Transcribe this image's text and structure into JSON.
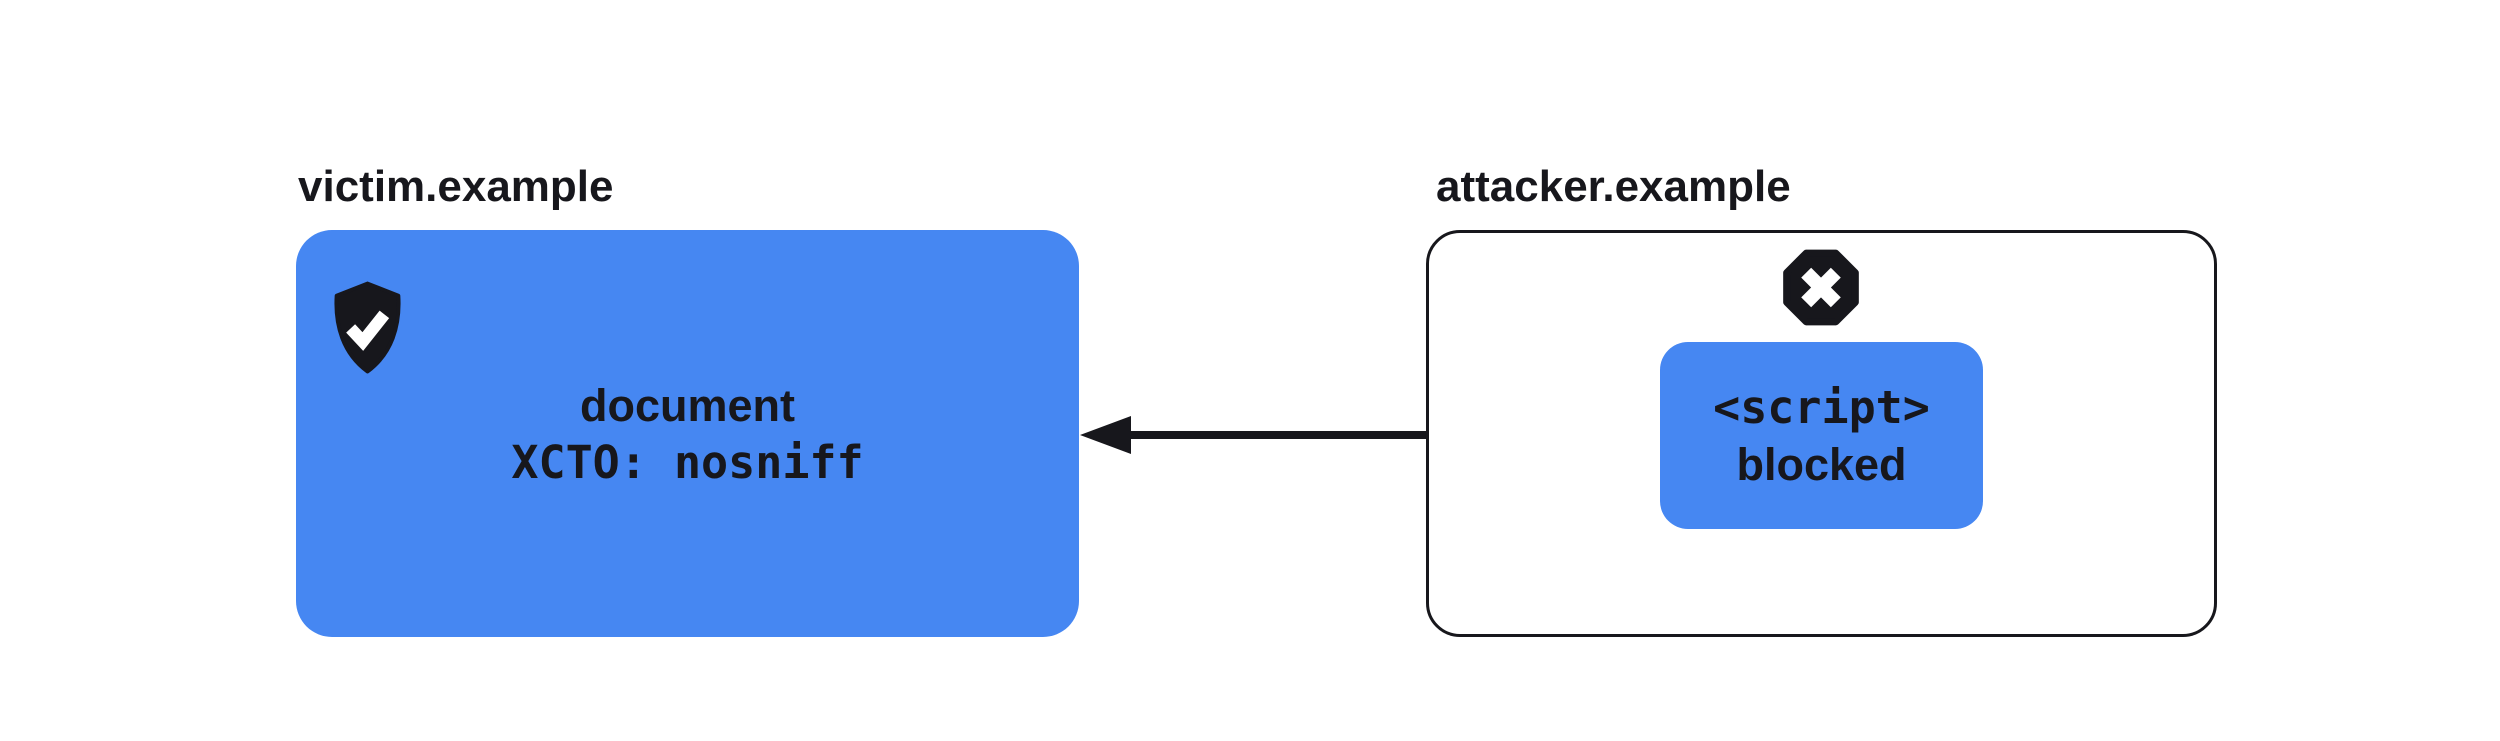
{
  "page": {
    "background": "#ffffff"
  },
  "colors": {
    "accent_blue": "#4687F2",
    "dark": "#17171c",
    "white": "#ffffff"
  },
  "victim": {
    "label": "victim.example",
    "icon": "shield-check-icon",
    "box": {
      "line1": "document",
      "line2": "XCTO: nosniff"
    }
  },
  "attacker": {
    "label": "attacker.example",
    "icon": "blocked-octagon-x-icon",
    "script_box": {
      "line1": "<script>",
      "line2": "blocked"
    }
  },
  "arrow": {
    "direction": "right-to-left"
  }
}
